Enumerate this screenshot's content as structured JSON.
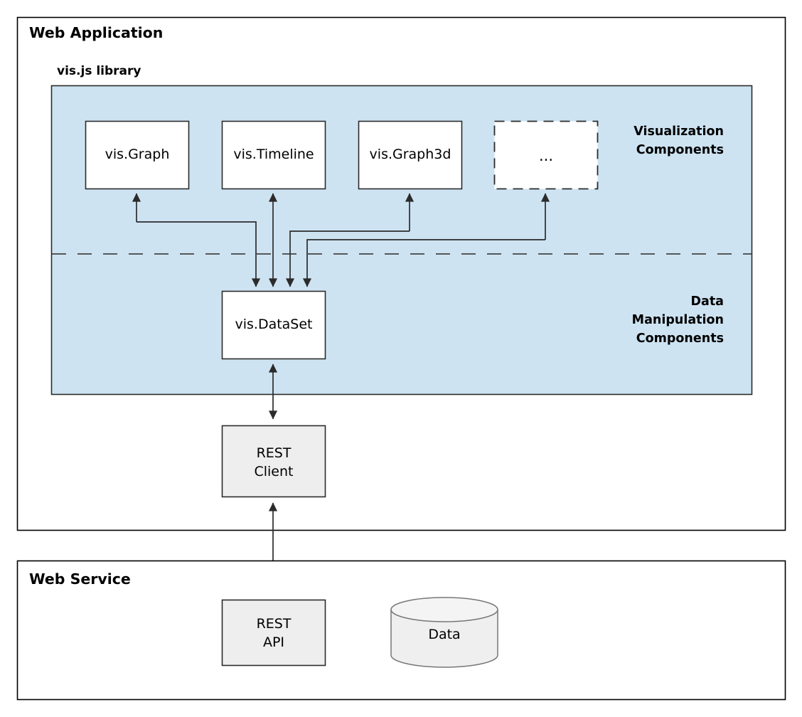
{
  "frames": {
    "web_application": {
      "title": "Web Application"
    },
    "web_service": {
      "title": "Web Service"
    }
  },
  "library_panel": {
    "title": "vis.js library",
    "group_labels": {
      "visualization": [
        "Visualization",
        "Components"
      ],
      "data_manipulation": [
        "Data",
        "Manipulation",
        "Components"
      ]
    },
    "accent_color": "#cee3f2",
    "border_color": "#2b2b2b"
  },
  "nodes": {
    "vis_graph": {
      "label": "vis.Graph"
    },
    "vis_timeline": {
      "label": "vis.Timeline"
    },
    "vis_graph3d": {
      "label": "vis.Graph3d"
    },
    "vis_more": {
      "label": "..."
    },
    "vis_dataset": {
      "label": "vis.DataSet"
    },
    "rest_client": {
      "label_line1": "REST",
      "label_line2": "Client",
      "fill": "#eeeeee"
    },
    "rest_api": {
      "label_line1": "REST",
      "label_line2": "API",
      "fill": "#eeeeee"
    },
    "data_store": {
      "label": "Data",
      "fill": "#efefef"
    }
  },
  "connections": [
    {
      "name": "graph-to-dataset",
      "from": "vis.Graph",
      "to": "vis.DataSet",
      "bidirectional": true
    },
    {
      "name": "timeline-to-dataset",
      "from": "vis.Timeline",
      "to": "vis.DataSet",
      "bidirectional": true
    },
    {
      "name": "graph3d-to-dataset",
      "from": "vis.Graph3d",
      "to": "vis.DataSet",
      "bidirectional": true
    },
    {
      "name": "more-to-dataset",
      "from": "...",
      "to": "vis.DataSet",
      "bidirectional": true
    },
    {
      "name": "dataset-to-rest-client",
      "from": "vis.DataSet",
      "to": "REST Client",
      "bidirectional": true
    },
    {
      "name": "rest-client-to-rest-api",
      "from": "REST Client",
      "to": "REST API",
      "bidirectional": true
    },
    {
      "name": "rest-api-to-data",
      "from": "REST API",
      "to": "Data",
      "bidirectional": true
    }
  ]
}
